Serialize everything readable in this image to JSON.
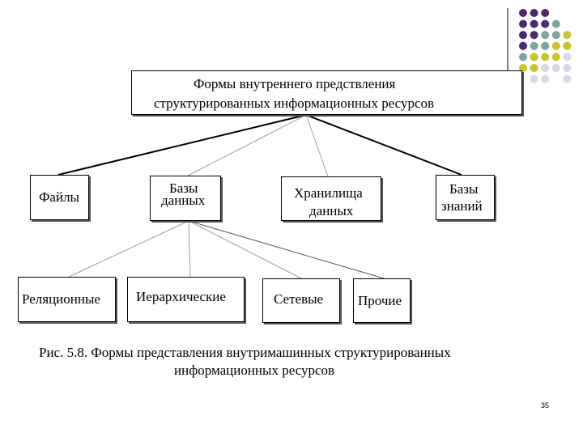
{
  "colors": {
    "dot_purple": "#4b2a6b",
    "dot_teal": "#7fa3a0",
    "dot_olive": "#c9c524",
    "dot_lavender": "#d7d7e6",
    "line_dark": "#000000",
    "line_light": "#a0a0a0"
  },
  "diagram": {
    "root": {
      "line1": "Формы внутреннего предствления",
      "line2": "структурированных информационных ресурсов"
    },
    "level1": {
      "files": "Файлы",
      "databases": {
        "line1": "Базы",
        "line2": "данных"
      },
      "warehouses": {
        "line1": "Хранилища",
        "line2": "данных"
      },
      "knowledge_bases": {
        "line1": "Базы",
        "line2": "знаний"
      }
    },
    "level2": {
      "relational": "Реляционные",
      "hierarchical": "Иерархические",
      "network": "Сетевые",
      "other": "Прочие"
    }
  },
  "caption": {
    "line1": "Рис. 5.8.  Формы представления внутримашинных структурированных",
    "line2": "информационных ресурсов"
  },
  "page_number": "35"
}
